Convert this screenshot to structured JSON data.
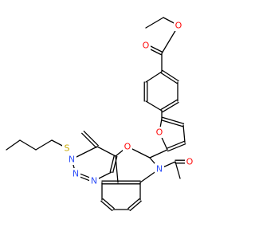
{
  "colors": {
    "bond": "#000000",
    "O": "#ff0d0d",
    "N": "#3050f8",
    "S": "#c8a800",
    "background": "#ffffff"
  },
  "atoms": {
    "O_carbonyl_ester": "O",
    "O_ester": "O",
    "O_furan": "O",
    "O_ring": "O",
    "O_acetyl": "O",
    "N_acetyl": "N",
    "N_tri_1": "N",
    "N_tri_2": "N",
    "N_tri_3": "N",
    "S": "S"
  }
}
